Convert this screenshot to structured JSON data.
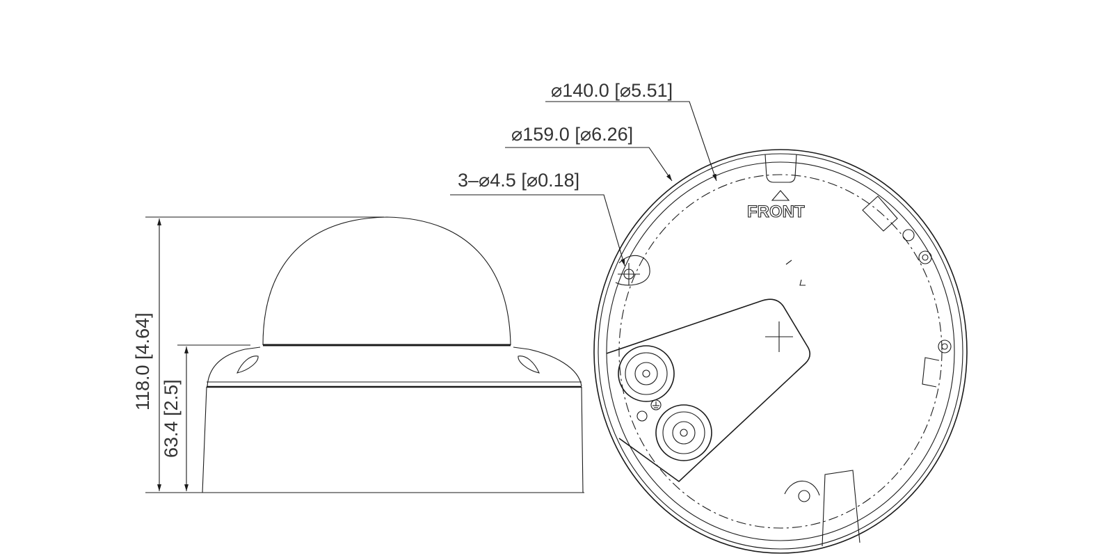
{
  "dimensions": {
    "total_height": "118.0 [4.64]",
    "base_height": "63.4 [2.5]",
    "inner_diameter": "⌀140.0 [⌀5.51]",
    "outer_diameter": "⌀159.0 [⌀6.26]",
    "mount_holes": "3–⌀4.5 [⌀0.18]"
  },
  "labels": {
    "front": "FRONT"
  },
  "colors": {
    "line": "#1a1a1a",
    "text": "#333333",
    "background": "#ffffff"
  }
}
